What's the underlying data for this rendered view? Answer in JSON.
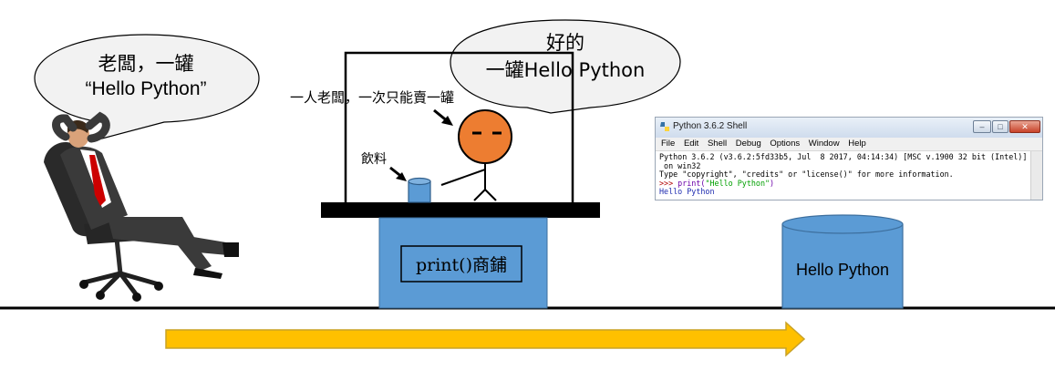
{
  "customer_bubble": {
    "line1": "老闆，一罐",
    "line2": "“Hello Python”"
  },
  "shop_bubble": {
    "line1": "好的",
    "line2": "一罐Hello Python"
  },
  "owner_note": "一人老闆，一次只能賣一罐",
  "drink_label": "飲料",
  "shop_sign": "print()商鋪",
  "output_can_label": "Hello Python",
  "shell": {
    "title": "Python 3.6.2 Shell",
    "menu": [
      "File",
      "Edit",
      "Shell",
      "Debug",
      "Options",
      "Window",
      "Help"
    ],
    "line1": "Python 3.6.2 (v3.6.2:5fd33b5, Jul  8 2017, 04:14:34) [MSC v.1900 32 bit (Intel)]",
    "line2": " on win32",
    "line3": "Type \"copyright\", \"credits\" or \"license()\" for more information.",
    "prompt": ">>> ",
    "code_prefix": "print(",
    "code_string": "\"Hello Python\"",
    "code_suffix": ")",
    "output": "Hello Python"
  },
  "colors": {
    "blue_box": "#5b9bd5",
    "counter": "#000000",
    "face": "#ed7d31",
    "arrow": "#ffc000",
    "arrow_border": "#c9a227",
    "tie": "#cc0000"
  }
}
